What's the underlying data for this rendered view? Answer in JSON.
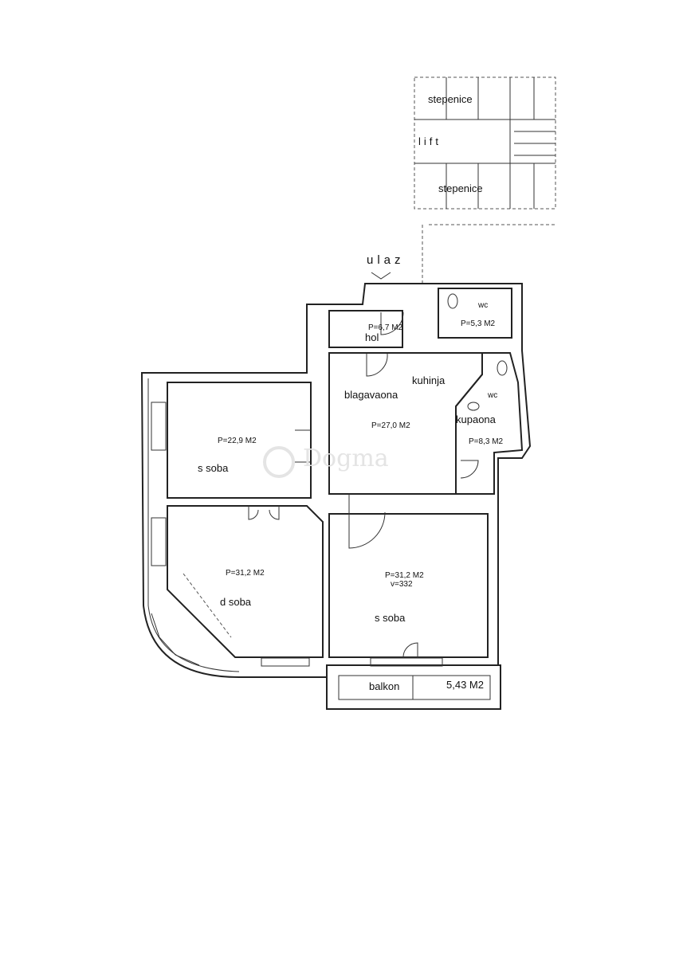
{
  "stairs": {
    "top_label": "stepenice",
    "lift_label": "lift",
    "bottom_label": "stepenice"
  },
  "entrance": {
    "label": "ulaz"
  },
  "rooms": {
    "hol": {
      "name": "hol",
      "area": "P=6,7 M2"
    },
    "wc1": {
      "name": "wc",
      "area": "P=5,3 M2"
    },
    "kitchen": {
      "name": "kuhinja",
      "name2": "blagavaona",
      "area": "P=27,0 M2"
    },
    "bath": {
      "name": "wc",
      "name2": "kupaona",
      "area": "P=8,3 M2"
    },
    "room_nw": {
      "name": "s soba",
      "area": "P=22,9 M2"
    },
    "room_sw": {
      "name": "d soba",
      "area": "P=31,2 M2"
    },
    "room_se": {
      "name": "s soba",
      "area": "P=31,2 M2",
      "height": "v=332"
    },
    "balcony": {
      "name": "balkon",
      "area": "5,43 M2"
    }
  },
  "watermark": "Dogma"
}
